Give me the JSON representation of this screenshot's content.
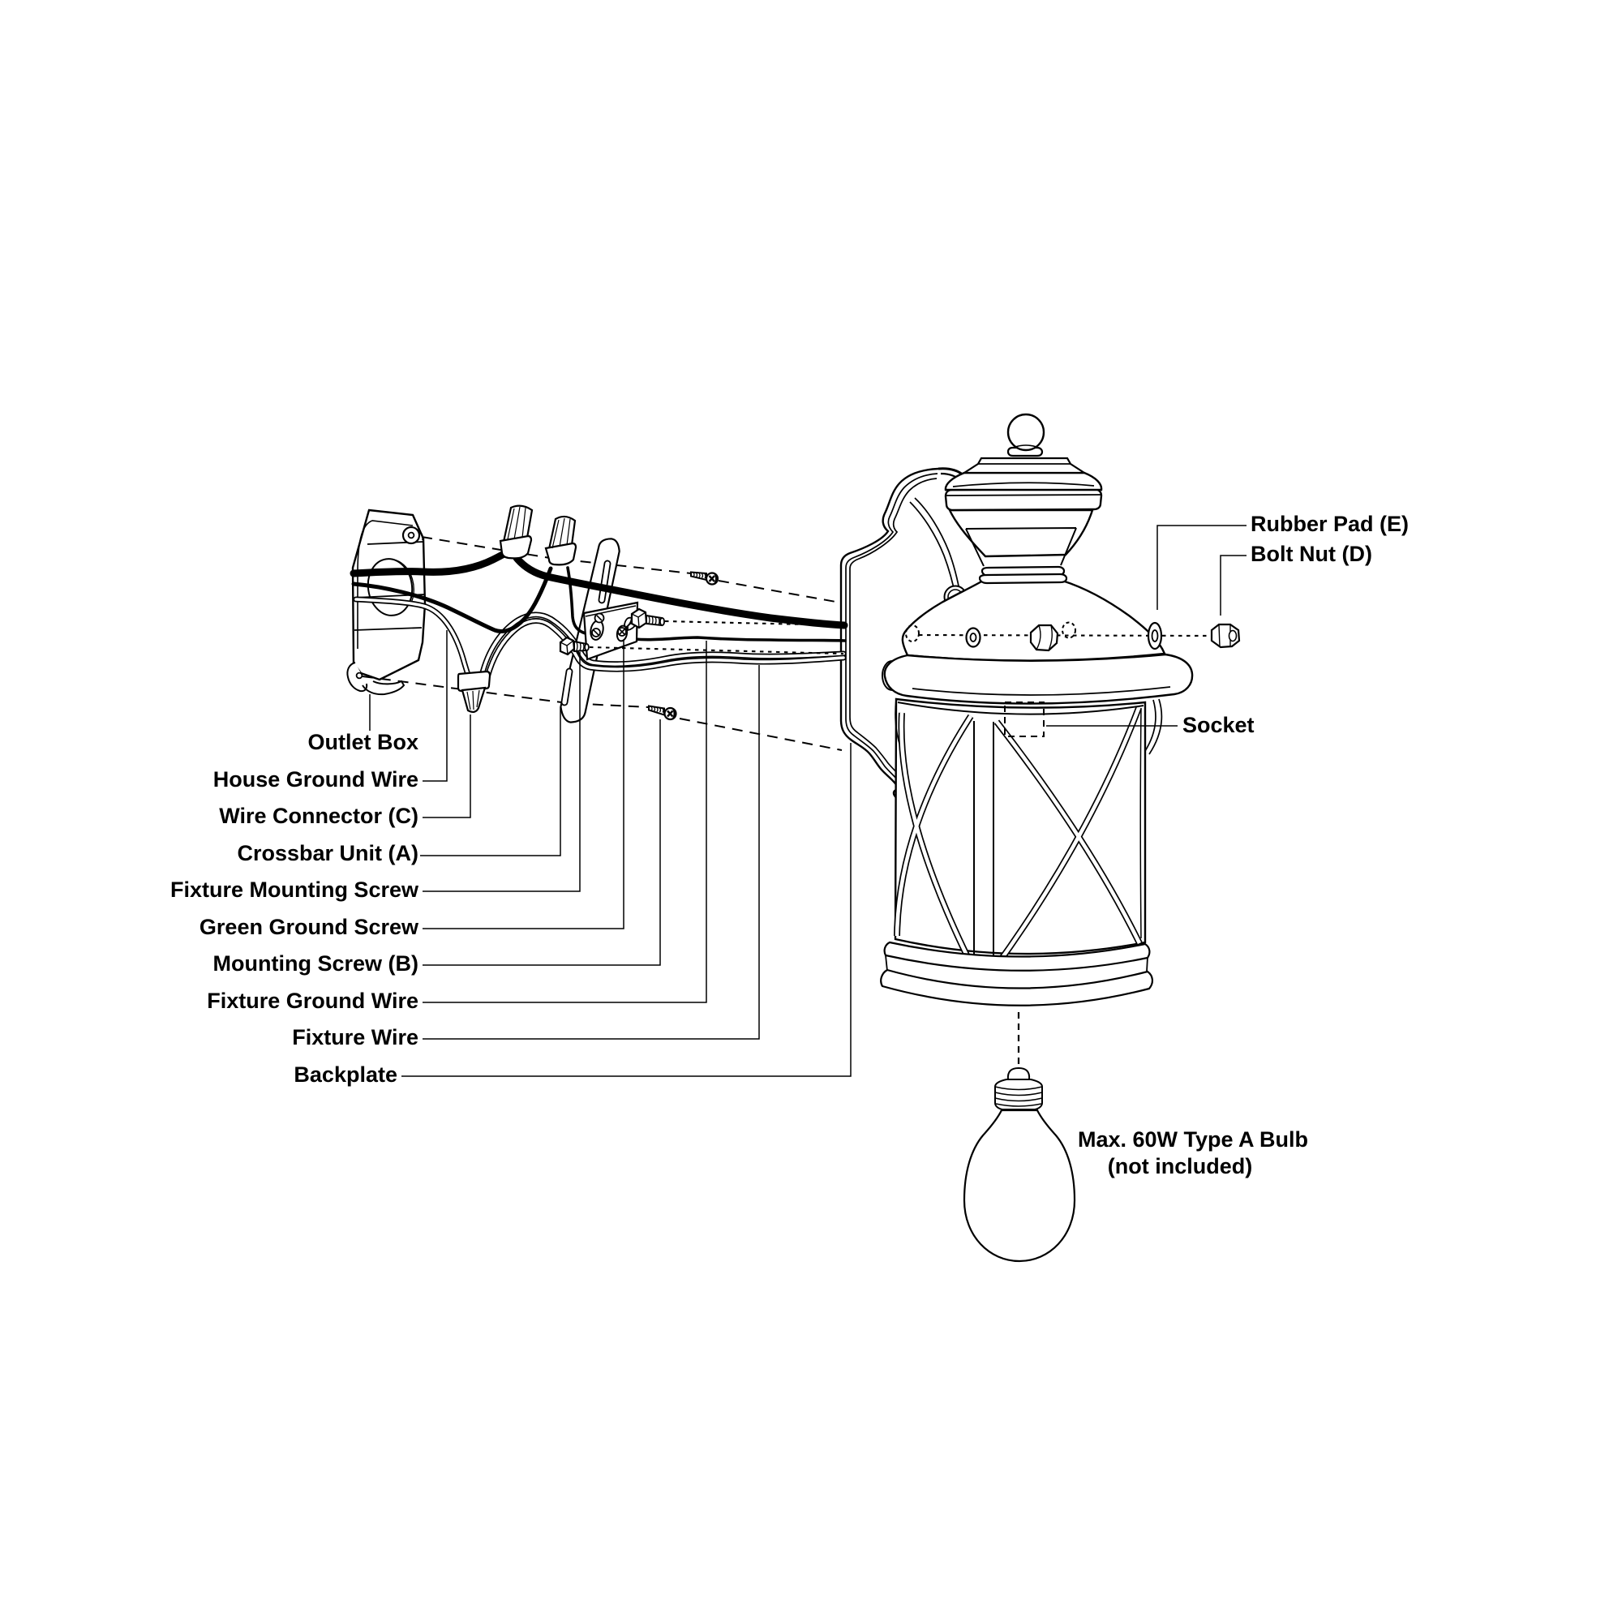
{
  "title": "Outdoor wall lantern installation exploded diagram",
  "colors": {
    "ink": "#000000",
    "paper": "#ffffff"
  },
  "labels": {
    "left": [
      "Outlet Box",
      "House Ground Wire",
      "Wire Connector (C)",
      "Crossbar Unit (A)",
      "Fixture Mounting Screw",
      "Green Ground Screw",
      "Mounting Screw (B)",
      "Fixture Ground Wire",
      "Fixture Wire",
      "Backplate"
    ],
    "right": [
      "Rubber Pad (E)",
      "Bolt Nut (D)",
      "Socket"
    ],
    "caption": [
      "Max. 60W Type A Bulb",
      "(not included)"
    ]
  }
}
